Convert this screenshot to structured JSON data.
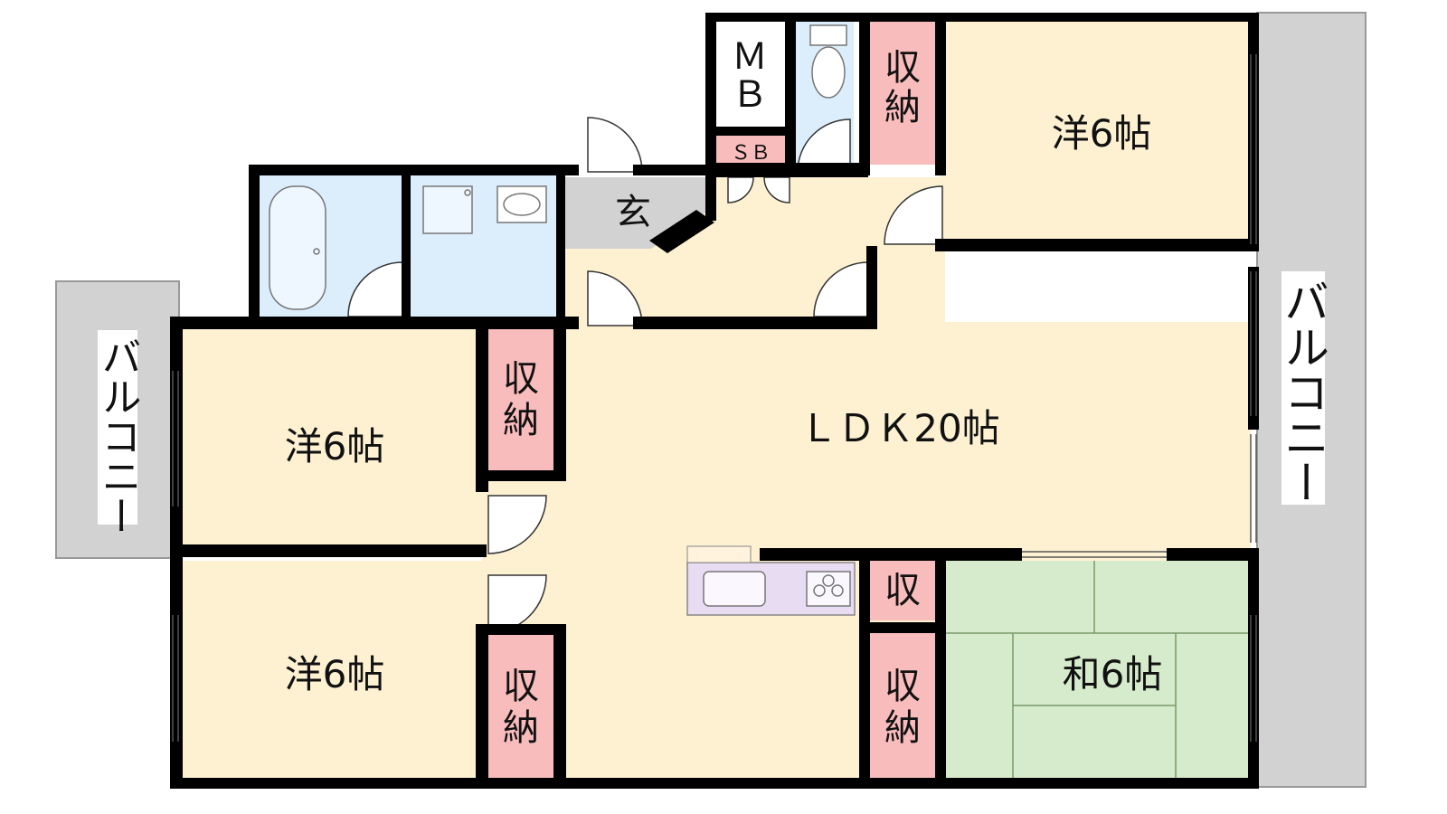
{
  "rooms": {
    "mb": "ＭＢ",
    "sb": "ＳＢ",
    "entrance": "玄",
    "ldk": "ＬＤＫ20帖",
    "western_top": "洋6帖",
    "western_left_upper": "洋6帖",
    "western_left_lower": "洋6帖",
    "japanese": "和6帖",
    "storage_top": "収納",
    "storage_left_upper": "収納",
    "storage_left_lower": "収納",
    "storage_japanese_small": "収",
    "storage_japanese": "収納"
  },
  "balconies": {
    "left": "バルコニー",
    "right": "バルコニー"
  },
  "colors": {
    "wood_floor": "#fdf1d2",
    "tatami": "#d6ebcc",
    "wet_area": "#dceefc",
    "storage": "#f9bcbc",
    "balcony": "#d2d2d2",
    "entrance": "#d2d2d2",
    "kitchen": "#e8dcf2"
  }
}
